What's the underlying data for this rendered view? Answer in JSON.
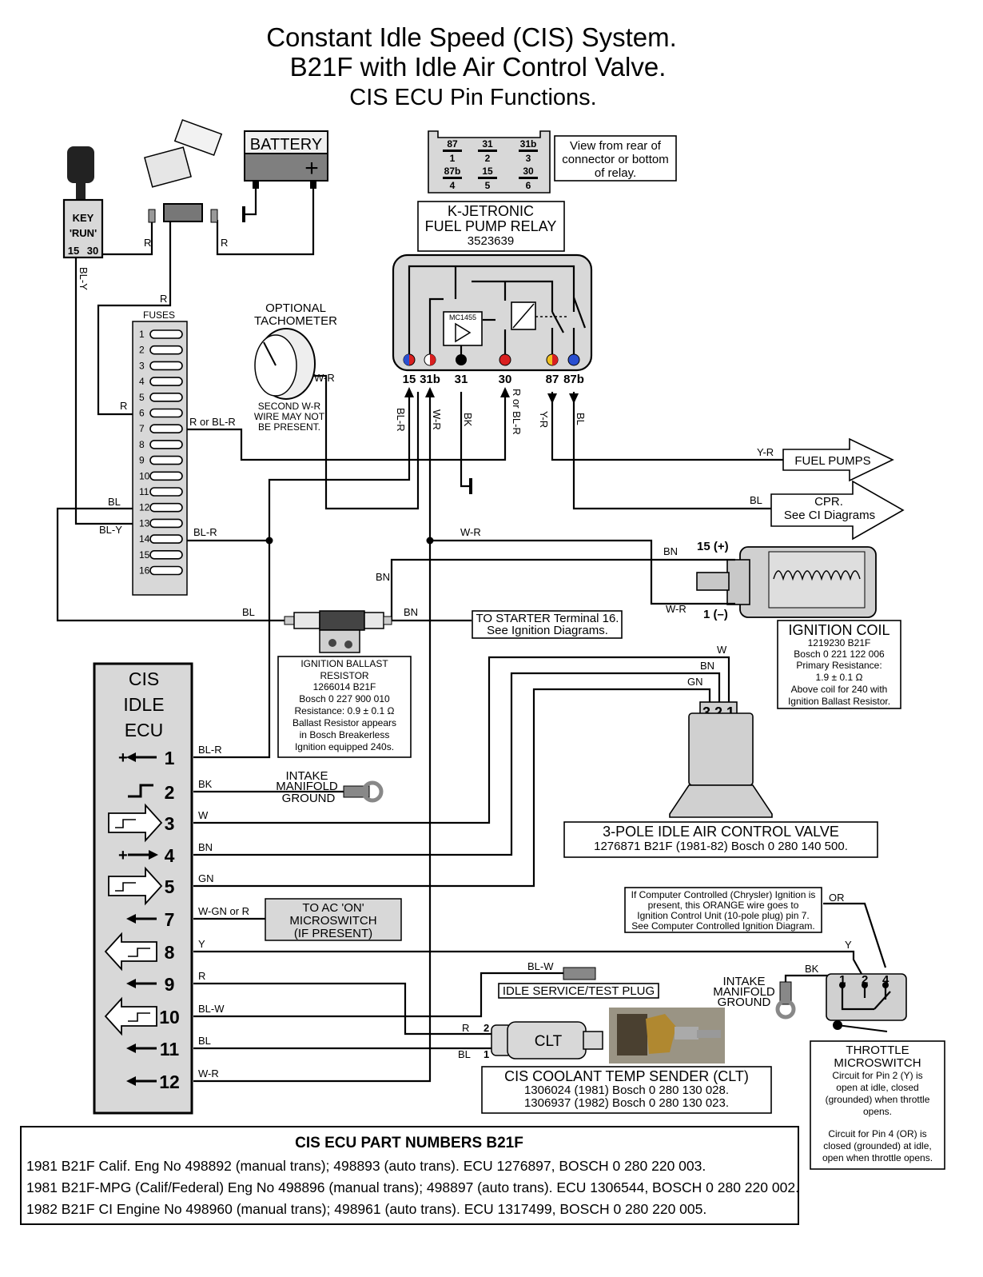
{
  "title": {
    "line1": "Constant Idle Speed (CIS) System.",
    "line2": "B21F with Idle Air Control Valve.",
    "line3": "CIS ECU Pin Functions."
  },
  "key": {
    "label1": "KEY",
    "label2": "'RUN'",
    "pin15": "15",
    "pin30": "30"
  },
  "battery": {
    "label": "BATTERY",
    "plus": "+"
  },
  "fuses": {
    "label": "FUSES",
    "numbers": [
      "1",
      "2",
      "3",
      "4",
      "5",
      "6",
      "7",
      "8",
      "9",
      "10",
      "11",
      "12",
      "13",
      "14",
      "15",
      "16"
    ]
  },
  "relay_pins": [
    {
      "top": "87",
      "num": "1"
    },
    {
      "top": "31",
      "num": "2"
    },
    {
      "top": "31b",
      "num": "3"
    },
    {
      "top": "87b",
      "num": "4"
    },
    {
      "top": "15",
      "num": "5"
    },
    {
      "top": "30",
      "num": "6"
    }
  ],
  "relay_view_note": {
    "l1": "View from rear of",
    "l2": "connector or bottom",
    "l3": "of relay."
  },
  "relay": {
    "l1": "K-JETRONIC",
    "l2": "FUEL PUMP RELAY",
    "l3": "3523639",
    "chip": "MC1455",
    "terminals": [
      "15",
      "31b",
      "31",
      "30",
      "87",
      "87b"
    ]
  },
  "tachometer": {
    "l1": "OPTIONAL",
    "l2": "TACHOMETER",
    "note1": "SECOND W-R",
    "note2": "WIRE MAY NOT",
    "note3": "BE PRESENT."
  },
  "wire_labels": {
    "r1": "R",
    "r2": "R",
    "r3": "R",
    "r4": "R",
    "bl_y_vert": "BL-Y",
    "r_or_bl_r": "R or BL-R",
    "w_r_tach": "W-R",
    "bl_11": "BL",
    "bl_y_12": "BL-Y",
    "bl_r_13": "BL-R",
    "bl_r_15": "BL-R",
    "w_r_31b": "W-R",
    "bk_31": "BK",
    "r_or_bl_r_30": "R or BL-R",
    "y_r_87": "Y-R",
    "bl_87b": "BL",
    "y_r_fp": "Y-R",
    "bl_cpr": "BL",
    "w_r_mid": "W-R",
    "bn_coil_top": "BN",
    "bn_vert": "BN",
    "w_r_coil": "W-R",
    "bl_ballast": "BL",
    "bn_ballast": "BN",
    "w_valve": "W",
    "bn_valve": "BN",
    "gn_valve": "GN",
    "or_micro": "OR",
    "y_micro": "Y",
    "bk_micro": "BK",
    "bl_w_plug": "BL-W",
    "r_clt": "R",
    "bl_clt": "BL"
  },
  "fuel_pumps": "FUEL PUMPS",
  "cpr": {
    "l1": "CPR.",
    "l2": "See CI Diagrams"
  },
  "ignition_coil": {
    "pos": "15 (+)",
    "neg": "1 (–)",
    "title": "IGNITION COIL",
    "l1": "1219230 B21F",
    "l2": "Bosch 0 221 122 006",
    "l3": "Primary Resistance:",
    "l4": "1.9 ± 0.1 Ω",
    "l5": "Above coil for 240 with",
    "l6": "Ignition Ballast Resistor."
  },
  "starter_note": {
    "l1": "TO STARTER Terminal 16.",
    "l2": "See Ignition Diagrams."
  },
  "ballast": {
    "l1": "IGNITION BALLAST",
    "l2": "RESISTOR",
    "l3": "1266014 B21F",
    "l4": "Bosch 0 227 900 010",
    "l5": "Resistance: 0.9 ± 0.1 Ω",
    "l6": "Ballast Resistor appears",
    "l7": "in Bosch Breakerless",
    "l8": "Ignition equipped 240s."
  },
  "ecu": {
    "l1": "CIS",
    "l2": "IDLE",
    "l3": "ECU",
    "pins": [
      "1",
      "2",
      "3",
      "4",
      "5",
      "7",
      "8",
      "9",
      "10",
      "11",
      "12"
    ],
    "wires": [
      "BL-R",
      "BK",
      "W",
      "BN",
      "GN",
      "W-GN or R",
      "Y",
      "R",
      "BL-W",
      "BL",
      "W-R"
    ]
  },
  "intake_ground1": {
    "l1": "INTAKE",
    "l2": "MANIFOLD",
    "l3": "GROUND"
  },
  "intake_ground2": {
    "l1": "INTAKE",
    "l2": "MANIFOLD",
    "l3": "GROUND"
  },
  "ac_switch": {
    "l1": "TO AC 'ON'",
    "l2": "MICROSWITCH",
    "l3": "(IF PRESENT)"
  },
  "valve": {
    "pins": "3 2 1",
    "title": "3-POLE IDLE AIR CONTROL VALVE",
    "sub": "1276871 B21F (1981-82) Bosch 0 280 140 500."
  },
  "chrysler_note": {
    "l1": "If Computer Controlled (Chrysler) Ignition is",
    "l2": "present, this ORANGE wire goes to",
    "l3": "Ignition Control Unit (10-pole plug) pin 7.",
    "l4": "See Computer Controlled Ignition Diagram."
  },
  "test_plug": "IDLE SERVICE/TEST PLUG",
  "clt": {
    "label": "CLT",
    "pin2": "2",
    "pin1": "1",
    "title": "CIS COOLANT TEMP SENDER (CLT)",
    "l1": "1306024 (1981) Bosch 0 280 130 028.",
    "l2": "1306937 (1982) Bosch 0 280 130 023."
  },
  "micro_pins": [
    "1",
    "2",
    "4"
  ],
  "throttle": {
    "l1": "THROTTLE",
    "l2": "MICROSWITCH",
    "l3": "Circuit for Pin 2 (Y) is",
    "l4": "open at idle, closed",
    "l5": "(grounded) when throttle",
    "l6": "opens.",
    "l7": "Circuit for Pin 4 (OR) is",
    "l8": "closed (grounded) at idle,",
    "l9": "open when throttle opens."
  },
  "part_numbers": {
    "title": "CIS ECU PART NUMBERS B21F",
    "rows": [
      "1981 B21F Calif. Eng No 498892 (manual trans); 498893 (auto trans). ECU 1276897, BOSCH 0 280 220 003.",
      "1981 B21F-MPG (Calif/Federal) Eng No 498896 (manual trans); 498897 (auto trans). ECU 1306544, BOSCH 0 280 220 002.",
      "1982 B21F CI  Engine No 498960 (manual trans); 498961 (auto trans). ECU 1317499, BOSCH 0 280 220 005."
    ]
  }
}
